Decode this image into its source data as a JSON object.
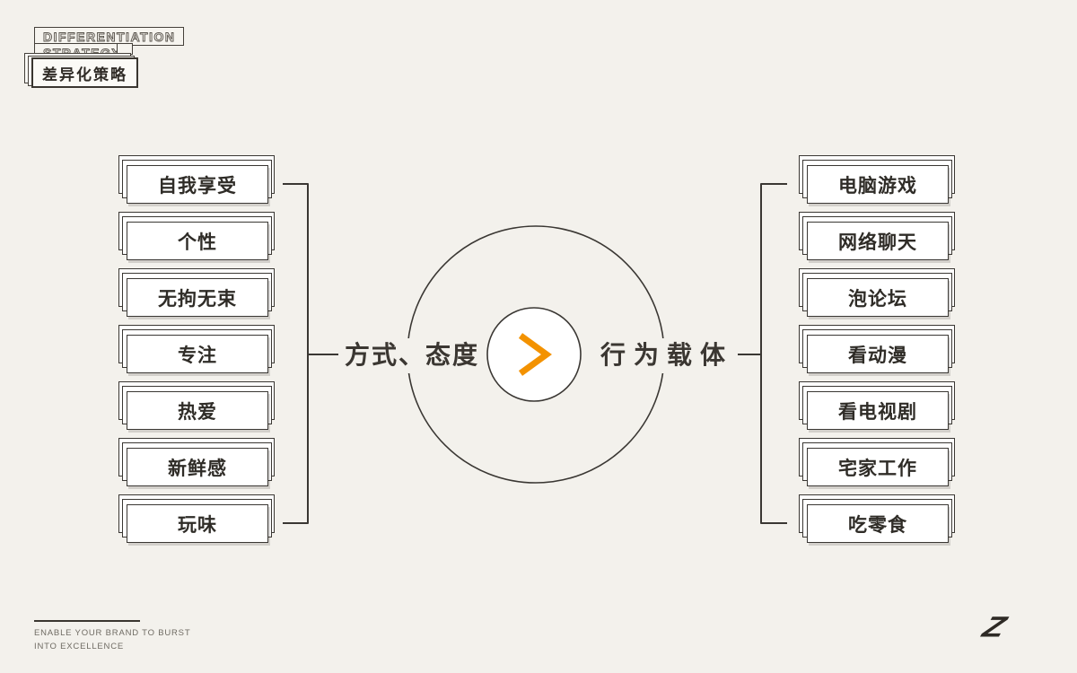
{
  "colors": {
    "background": "#f3f1ec",
    "ink": "#3a3733",
    "accent": "#f39200",
    "card_fill": "#ffffff",
    "footer_text": "#6f6b63"
  },
  "header": {
    "title_line1": "DIFFERENTIATION",
    "title_line2": "STRATEGY",
    "subtitle": "差异化策略"
  },
  "diagram": {
    "center_icon": "chevron-right",
    "left_group": {
      "label": "方式、态度",
      "items": [
        "自我享受",
        "个性",
        "无拘无束",
        "专注",
        "热爱",
        "新鲜感",
        "玩味"
      ]
    },
    "right_group": {
      "label": "行为载体",
      "items": [
        "电脑游戏",
        "网络聊天",
        "泡论坛",
        "看动漫",
        "看电视剧",
        "宅家工作",
        "吃零食"
      ]
    }
  },
  "footer": {
    "tagline_line1": "ENABLE YOUR BRAND TO BURST",
    "tagline_line2": "INTO EXCELLENCE",
    "logo": "Z"
  }
}
